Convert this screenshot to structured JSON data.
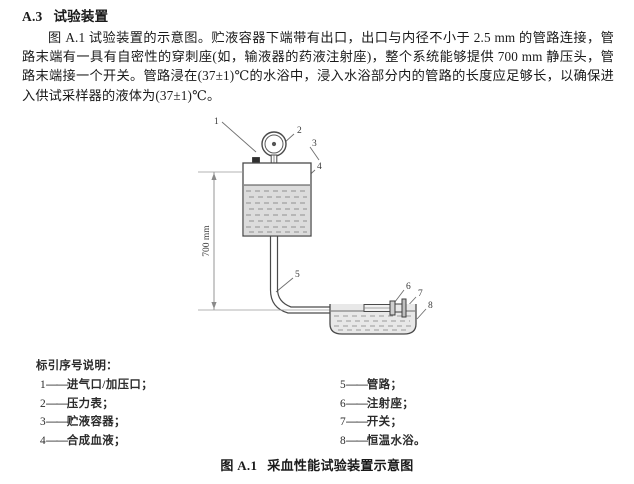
{
  "heading": {
    "number": "A.3",
    "title": "试验装置"
  },
  "paragraph": {
    "text": "图 A.1 试验装置的示意图。贮液容器下端带有出口，出口与内径不小于 2.5 mm 的管路连接，管路末端有一具有自密性的穿刺座(如，输液器的药液注射座)，整个系统能够提供 700 mm 静压头，管路末端接一个开关。管路浸在(37±1)℃的水浴中，浸入水浴部分内的管路的长度应足够长，以确保进入供试采样器的液体为(37±1)℃。"
  },
  "figure": {
    "dimension_label": "700 mm",
    "callouts": [
      {
        "id": "1",
        "label": "1"
      },
      {
        "id": "2",
        "label": "2"
      },
      {
        "id": "3",
        "label": "3"
      },
      {
        "id": "4",
        "label": "4"
      },
      {
        "id": "5",
        "label": "5"
      },
      {
        "id": "6",
        "label": "6"
      },
      {
        "id": "7",
        "label": "7"
      },
      {
        "id": "8",
        "label": "8"
      }
    ]
  },
  "legend": {
    "title": "标引序号说明：",
    "left_column": [
      {
        "index": "1",
        "dash": "——",
        "label": "进气口/加压口；"
      },
      {
        "index": "2",
        "dash": "——",
        "label": "压力表；"
      },
      {
        "index": "3",
        "dash": "——",
        "label": "贮液容器；"
      },
      {
        "index": "4",
        "dash": "——",
        "label": "合成血液；"
      }
    ],
    "right_column": [
      {
        "index": "5",
        "dash": "——",
        "label": "管路；"
      },
      {
        "index": "6",
        "dash": "——",
        "label": "注射座；"
      },
      {
        "index": "7",
        "dash": "——",
        "label": "开关；"
      },
      {
        "index": "8",
        "dash": "——",
        "label": "恒温水浴。"
      }
    ]
  },
  "caption": {
    "number": "图 A.1",
    "title": "采血性能试验装置示意图"
  },
  "colors": {
    "ink": "#1a1a1a",
    "line": "#4a4a4a",
    "light_line": "#8a8a8a",
    "fill_liquid": "#dcdcdc",
    "bath_fill": "#e4e4e4"
  }
}
